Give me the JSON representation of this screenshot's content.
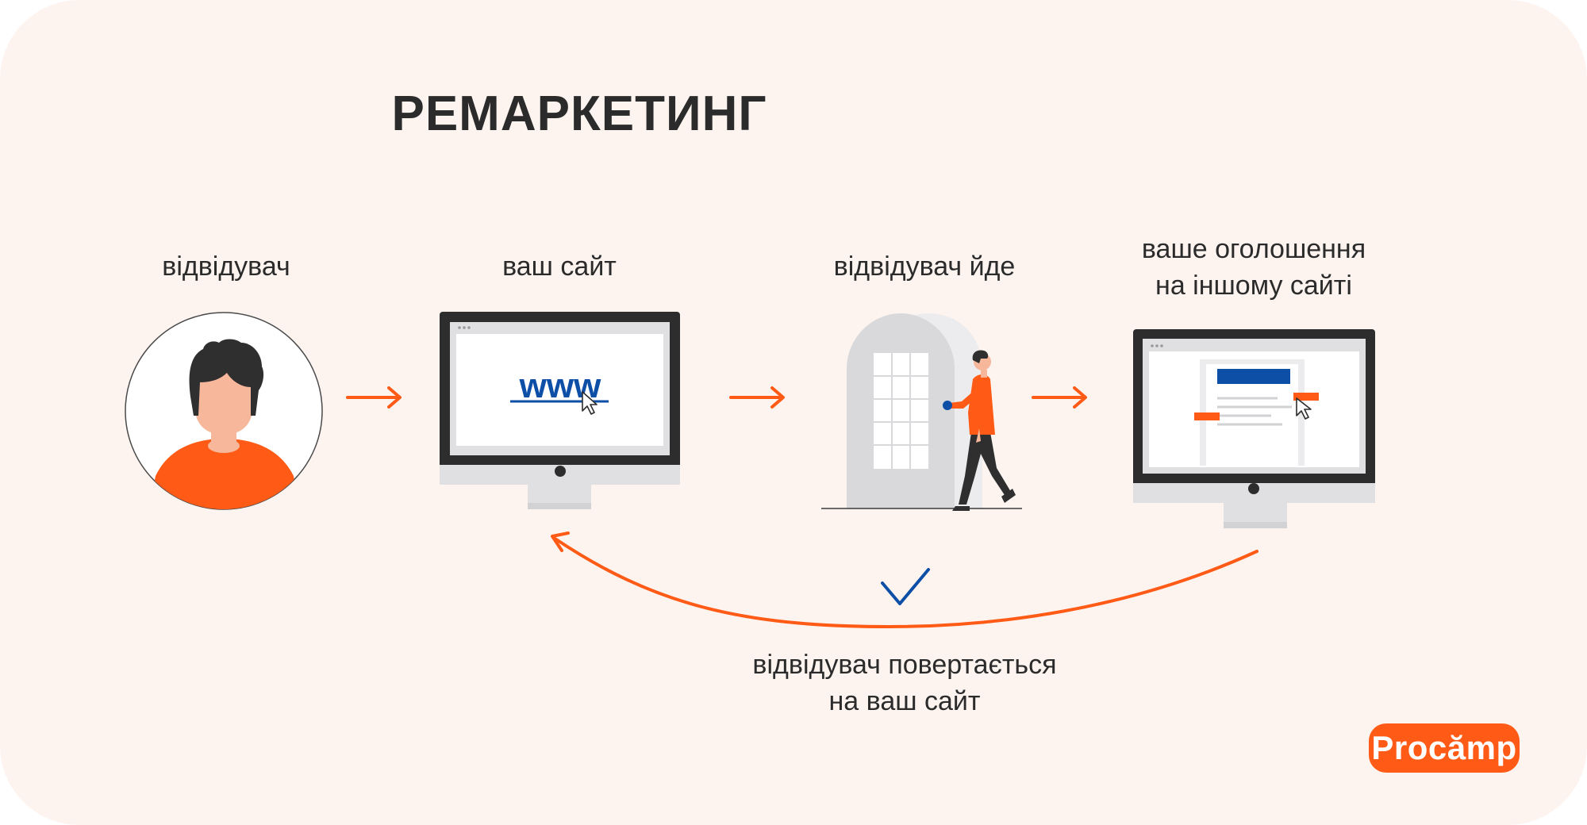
{
  "title": "РЕМАРКЕТИНГ",
  "steps": {
    "visitor": "відвідувач",
    "your_site": "ваш сайт",
    "visitor_leaves": "відвідувач йде",
    "your_ad_line1": "ваше оголошення",
    "your_ad_line2": "на іншому сайті"
  },
  "website_text": "www",
  "return": {
    "line1": "відвідувач повертається",
    "line2": "на ваш сайт"
  },
  "logo": "Procămp",
  "colors": {
    "background": "#fdf4f0",
    "accent_orange": "#ff5b16",
    "blue": "#0d4ea6",
    "dark": "#2b2b2b",
    "monitor_gray": "#e0e0e2"
  },
  "icons": [
    "person-avatar-icon",
    "monitor-icon",
    "cursor-icon",
    "door-icon",
    "walking-person-icon",
    "arrow-right-icon",
    "curved-arrow-icon",
    "checkmark-icon"
  ]
}
